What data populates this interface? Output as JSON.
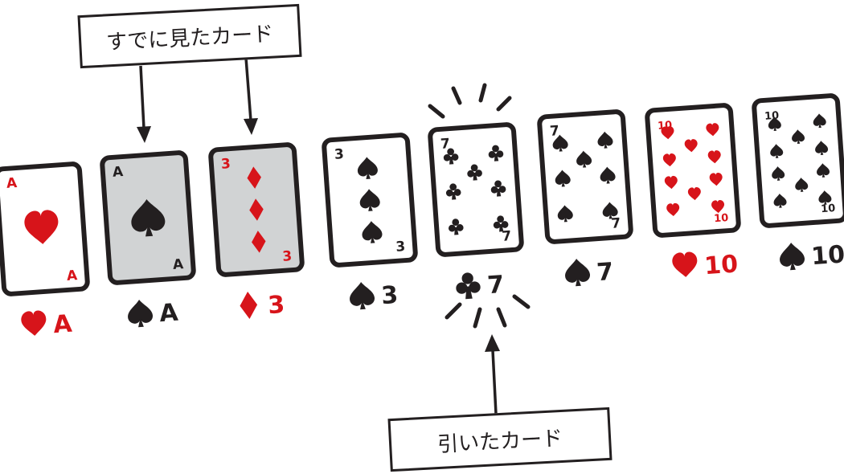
{
  "callouts": {
    "seen_cards": "すでに見たカード",
    "drawn_card": "引いたカード"
  },
  "colors": {
    "black": "#231f20",
    "red": "#d7141a",
    "seen_card_fill": "#d1d3d4",
    "card_fill": "#ffffff"
  },
  "cards": [
    {
      "id": "ace-of-hearts",
      "rank": "A",
      "suit": "heart",
      "suit_symbol": "♥",
      "color": "red",
      "seen": false,
      "drawn": false
    },
    {
      "id": "ace-of-spades",
      "rank": "A",
      "suit": "spade",
      "suit_symbol": "♠",
      "color": "black",
      "seen": true,
      "drawn": false
    },
    {
      "id": "three-of-diamonds",
      "rank": "3",
      "suit": "diamond",
      "suit_symbol": "♦",
      "color": "red",
      "seen": true,
      "drawn": false
    },
    {
      "id": "three-of-spades",
      "rank": "3",
      "suit": "spade",
      "suit_symbol": "♠",
      "color": "black",
      "seen": false,
      "drawn": false
    },
    {
      "id": "seven-of-clubs",
      "rank": "7",
      "suit": "club",
      "suit_symbol": "♣",
      "color": "black",
      "seen": false,
      "drawn": true
    },
    {
      "id": "seven-of-spades",
      "rank": "7",
      "suit": "spade",
      "suit_symbol": "♠",
      "color": "black",
      "seen": false,
      "drawn": false
    },
    {
      "id": "ten-of-hearts",
      "rank": "10",
      "suit": "heart",
      "suit_symbol": "♥",
      "color": "red",
      "seen": false,
      "drawn": false
    },
    {
      "id": "ten-of-spades",
      "rank": "10",
      "suit": "spade",
      "suit_symbol": "♠",
      "color": "black",
      "seen": false,
      "drawn": false
    }
  ]
}
